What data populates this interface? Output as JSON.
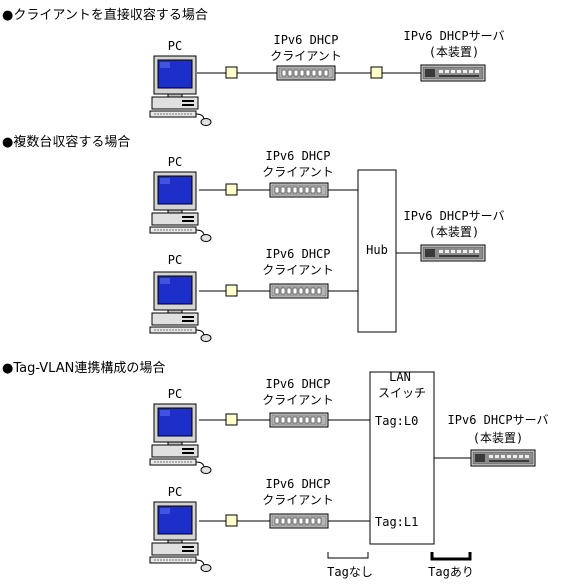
{
  "sections": [
    {
      "title": "●クライアントを直接収容する場合"
    },
    {
      "title": "●複数台収容する場合"
    },
    {
      "title": "●Tag-VLAN連携構成の場合"
    }
  ],
  "labels": {
    "pc": "PC",
    "client_line1": "IPv6 DHCP",
    "client_line2": "クライアント",
    "server_line1": "IPv6 DHCPサーバ",
    "server_line2": "(本装置)",
    "hub": "Hub",
    "lan_switch_line1": "LAN",
    "lan_switch_line2": "スイッチ",
    "tag_l0": "Tag:L0",
    "tag_l1": "Tag:L1",
    "tag_none": "Tagなし",
    "tag_present": "Tagあり"
  },
  "colors": {
    "screen": "#1e2ec8",
    "connector": "#ffffcc",
    "device_gray": "#c8c8c8",
    "server_dark": "#3a3a3a"
  },
  "icons": {
    "pc": "desktop-pc-icon",
    "client": "network-device-icon",
    "server": "rack-server-icon",
    "connector": "connector-box-icon"
  }
}
